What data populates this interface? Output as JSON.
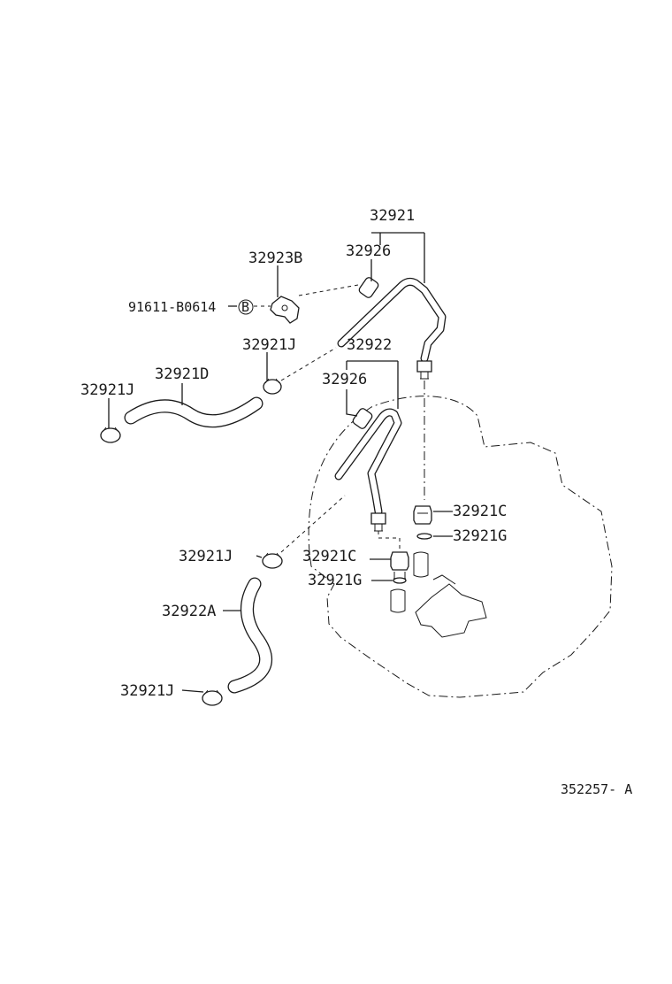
{
  "diagram": {
    "labels": {
      "l_32921": "32921",
      "l_32926_top": "32926",
      "l_32923B": "32923B",
      "l_91611": "91611-B0614",
      "l_B": "B",
      "l_32921J_top": "32921J",
      "l_32922": "32922",
      "l_32921D": "32921D",
      "l_32921J_left": "32921J",
      "l_32926_mid": "32926",
      "l_32921C_right": "32921C",
      "l_32921G_right": "32921G",
      "l_32921J_mid": "32921J",
      "l_32921C_mid": "32921C",
      "l_32921G_mid": "32921G",
      "l_32922A": "32922A",
      "l_32921J_bottom": "32921J",
      "ref": "352257- A"
    }
  }
}
